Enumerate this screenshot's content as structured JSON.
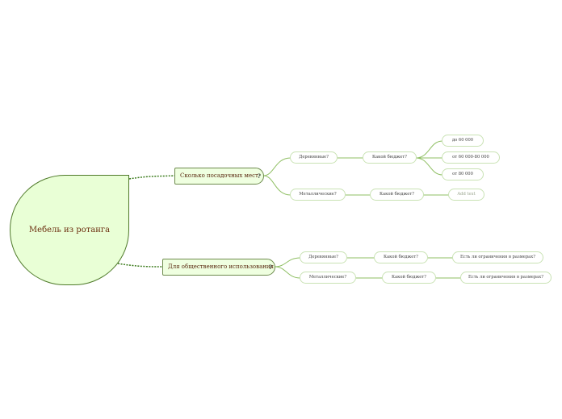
{
  "root": {
    "label": "Мебель из ротанга"
  },
  "topics": [
    {
      "label": "Сколько посадочных мест",
      "marker": "?",
      "children": [
        {
          "label": "Деревянные?",
          "next": "Какой бюджет?",
          "options": [
            "до 60 000",
            "от 60 000-80 000",
            "от 80 000"
          ]
        },
        {
          "label": "Металлические?",
          "next": "Какой бюджет?",
          "options": [
            "Add text"
          ]
        }
      ]
    },
    {
      "label": "Для общественного использования",
      "marker": "?",
      "children": [
        {
          "label": "Деревянные?",
          "next": "Какой бюджет?",
          "options": [
            "Есть ли ограничения в размерах?"
          ]
        },
        {
          "label": "Металлические?",
          "next": "Какой бюджет?",
          "options": [
            "Есть ли ограничения в размерах?"
          ]
        }
      ]
    }
  ],
  "colors": {
    "root_fill": "#e9ffd6",
    "branch": "#6d9a44",
    "dotted": "#3e7d1f"
  }
}
